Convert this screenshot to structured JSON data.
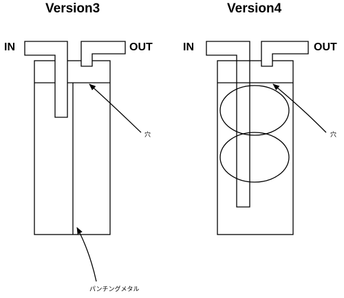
{
  "version3": {
    "title": "Version3",
    "in_label": "IN",
    "out_label": "OUT",
    "hole_label": "穴",
    "punching_metal_label": "パンチングメタル"
  },
  "version4": {
    "title": "Version4",
    "in_label": "IN",
    "out_label": "OUT",
    "hole_label": "穴"
  },
  "colors": {
    "line": "#000000",
    "background": "#ffffff"
  }
}
